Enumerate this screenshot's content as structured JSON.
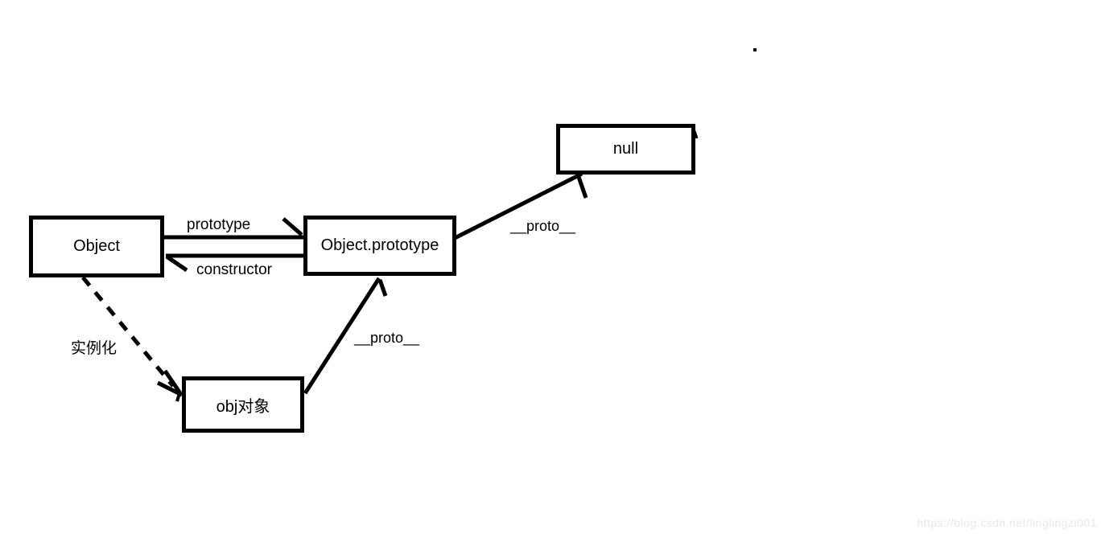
{
  "diagram": {
    "nodes": {
      "object": {
        "label": "Object"
      },
      "object_prototype": {
        "label": "Object.prototype"
      },
      "null_node": {
        "label": "null"
      },
      "obj_instance": {
        "label": "obj对象"
      }
    },
    "edges": {
      "prototype": {
        "label": "prototype",
        "from": "Object",
        "to": "Object.prototype",
        "style": "solid-arrow"
      },
      "constructor": {
        "label": "constructor",
        "from": "Object.prototype",
        "to": "Object",
        "style": "solid-arrow"
      },
      "proto_to_null": {
        "label": "__proto__",
        "from": "Object.prototype",
        "to": "null",
        "style": "solid-arrow"
      },
      "proto_to_prototype": {
        "label": "__proto__",
        "from": "obj对象",
        "to": "Object.prototype",
        "style": "solid-arrow"
      },
      "instantiate": {
        "label": "实例化",
        "from": "Object",
        "to": "obj对象",
        "style": "dashed-arrow"
      }
    },
    "colors": {
      "stroke": "#000000",
      "background": "#ffffff",
      "watermark_text": "#e8e8e8"
    }
  },
  "watermark": {
    "text": "https://blog.csdn.net/linglingzi001"
  }
}
